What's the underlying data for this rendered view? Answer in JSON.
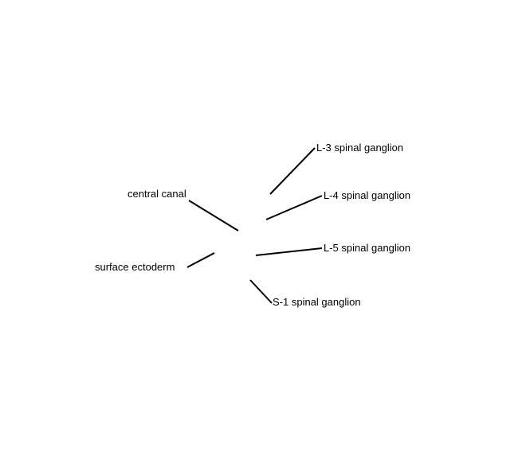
{
  "labels": {
    "l3": "L-3 spinal ganglion",
    "l4": "L-4 spinal ganglion",
    "central_canal": "central canal",
    "l5": "L-5 spinal ganglion",
    "surface_ectoderm": "surface ectoderm",
    "s1": "S-1 spinal ganglion"
  },
  "colors": {
    "line": "#000000",
    "text": "#000000",
    "background": "#ffffff"
  }
}
